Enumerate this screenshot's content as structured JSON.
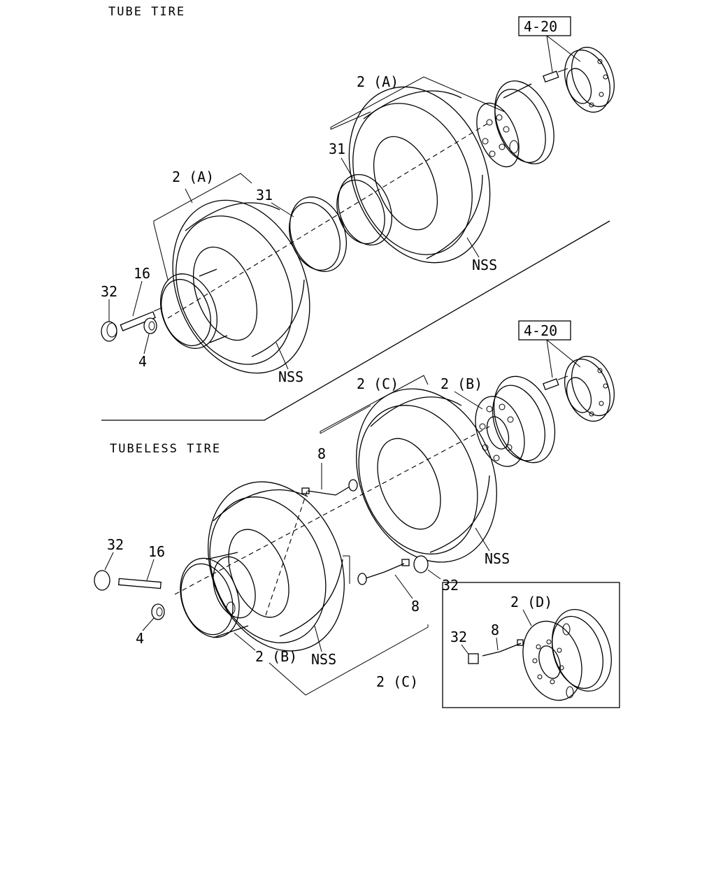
{
  "sections": {
    "tube_title": "TUBE TIRE",
    "tubeless_title": "TUBELESS TIRE"
  },
  "labels": {
    "ref_4_20_top": "4-20",
    "ref_4_20_bottom": "4-20",
    "tube_2a_upper": "2 (A)",
    "tube_2a_lower": "2 (A)",
    "tube_31_upper": "31",
    "tube_31_lower": "31",
    "tube_16": "16",
    "tube_32": "32",
    "tube_4": "4",
    "tube_nss_upper": "NSS",
    "tube_nss_lower": "NSS",
    "tl_2c_top": "2 (C)",
    "tl_2b_top": "2 (B)",
    "tl_8_top": "8",
    "tl_32_left": "32",
    "tl_16": "16",
    "tl_4": "4",
    "tl_nss_right": "NSS",
    "tl_32_right": "32",
    "tl_8_right": "8",
    "tl_2b_bottom": "2 (B)",
    "tl_nss_bottom": "NSS",
    "tl_2c_bottom": "2 (C)",
    "inset_2d": "2 (D)",
    "inset_32": "32",
    "inset_8": "8"
  }
}
